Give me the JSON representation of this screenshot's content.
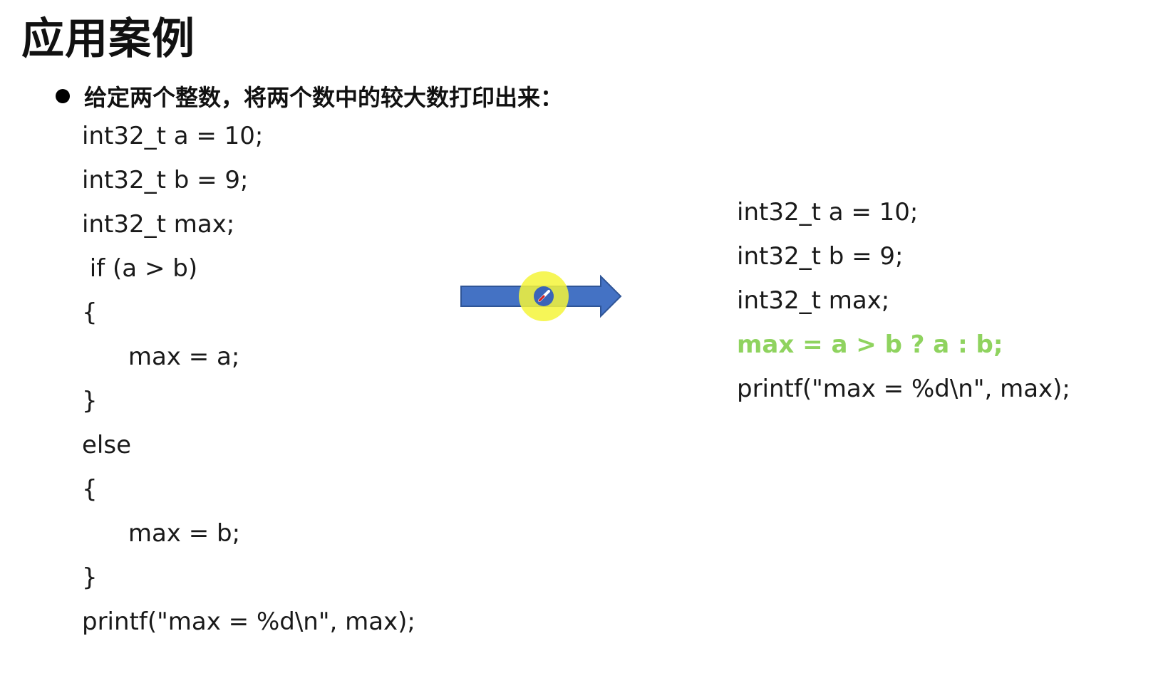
{
  "slide": {
    "title": "应用案例",
    "bullet": "给定两个整数，将两个数中的较大数打印出来："
  },
  "left_code": [
    "int32_t a = 10;",
    "int32_t b = 9;",
    "int32_t max;",
    " if (a > b)",
    "{",
    "      max = a;",
    "}",
    "else",
    "{",
    "      max = b;",
    "}",
    "printf(\"max = %d\\n\", max);"
  ],
  "right_code": [
    "int32_t a = 10;",
    "int32_t b = 9;",
    "int32_t max;",
    "max = a > b ? a : b;",
    "printf(\"max = %d\\n\", max);"
  ],
  "highlight_line_index": 3,
  "colors": {
    "text": "#1a1a1a",
    "highlight": "#8fd35f",
    "arrow_fill": "#4472c4",
    "arrow_stroke": "#2f5597",
    "cursor_halo": "#f5f53a"
  },
  "icons": {
    "arrow": "right-arrow-icon",
    "cursor": "pen-cursor-icon"
  }
}
